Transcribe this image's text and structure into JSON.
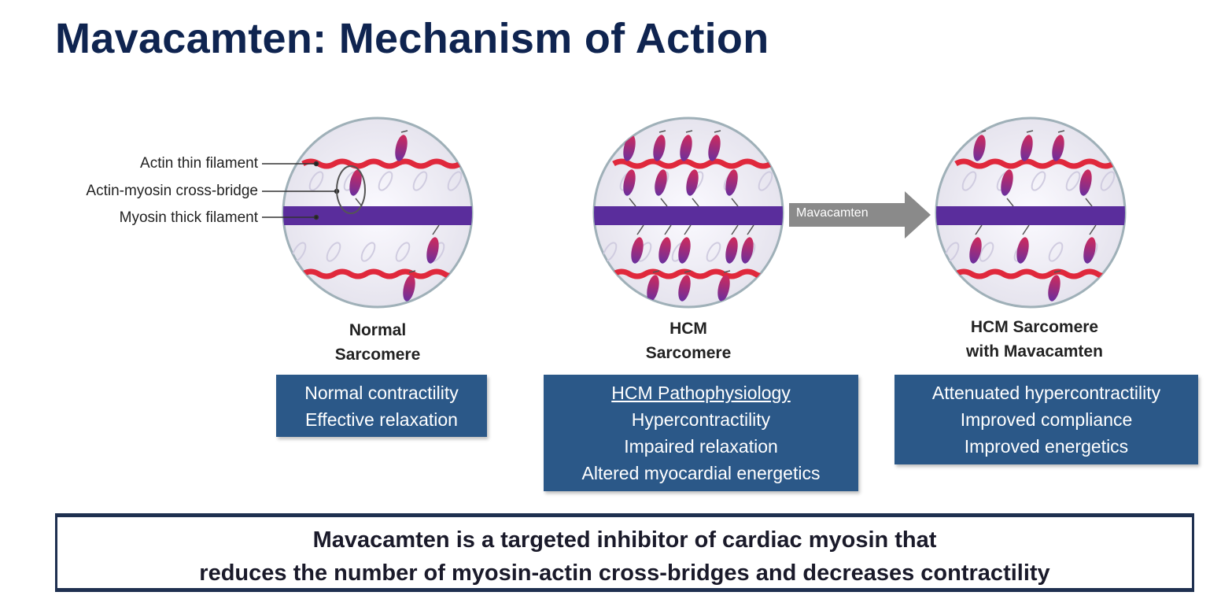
{
  "title": "Mavacamten: Mechanism of Action",
  "labels": {
    "actin": "Actin thin filament",
    "crossbridge": "Actin-myosin cross-bridge",
    "myosin": "Myosin thick filament"
  },
  "arrow_label": "Mavacamten",
  "panels": [
    {
      "caption": [
        "Normal",
        "Sarcomere"
      ],
      "box": [
        "Normal contractility",
        "Effective relaxation"
      ]
    },
    {
      "caption": [
        "HCM",
        "Sarcomere"
      ],
      "box_heading": "HCM Pathophysiology",
      "box": [
        "Hypercontractility",
        "Impaired relaxation",
        "Altered myocardial energetics"
      ]
    },
    {
      "caption": [
        "HCM Sarcomere",
        "with Mavacamten"
      ],
      "box": [
        "Attenuated hypercontractility",
        "Improved compliance",
        "Improved energetics"
      ]
    }
  ],
  "summary": [
    "Mavacamten is a targeted inhibitor of cardiac myosin that",
    "reduces the number of myosin-actin cross-bridges and decreases contractility"
  ],
  "colors": {
    "title": "#0f2450",
    "box": "#2b5888",
    "actin": "#e0283c",
    "myosin": "#5a2d9c",
    "arrow": "#8a8a8a"
  }
}
